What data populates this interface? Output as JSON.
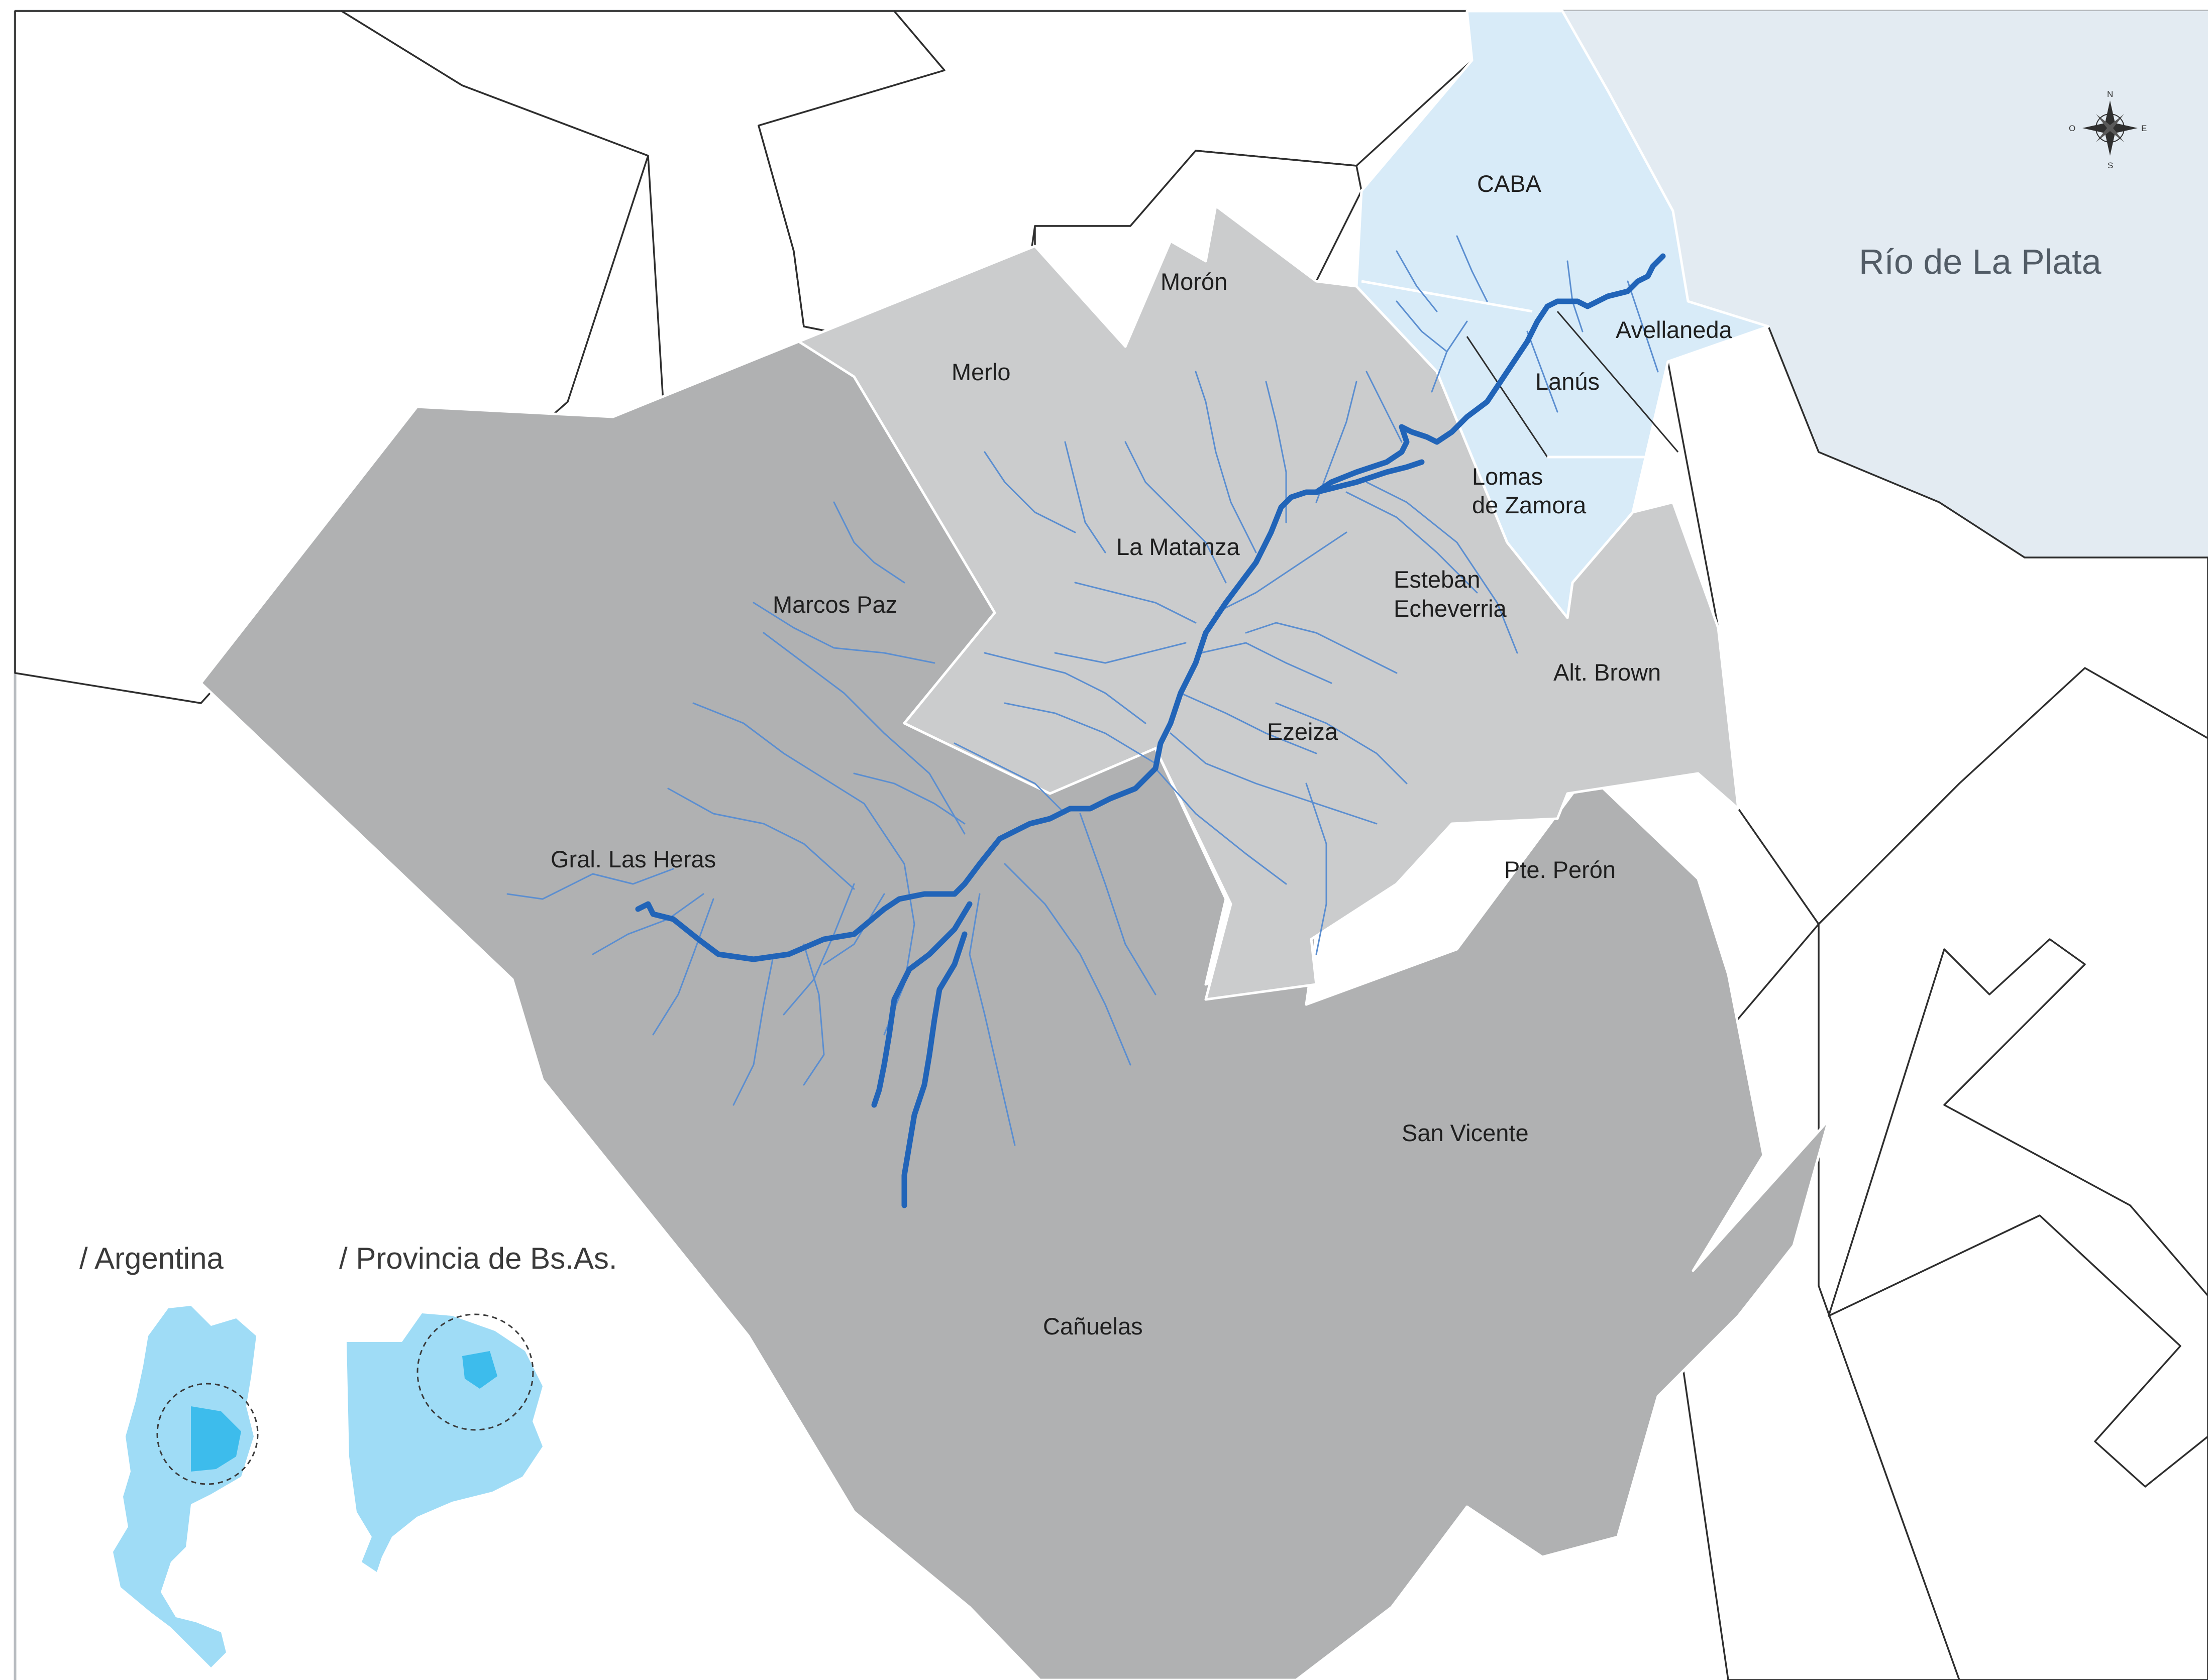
{
  "colors": {
    "river_main": "#2164b8",
    "river_tributary": "#5b8ed0",
    "basin_dark": "#b0b1b2",
    "basin_light": "#cbcccd",
    "caba_region": "#d8ebf8",
    "water": "#e3ebf2",
    "inset_country": "#9fdcf6",
    "inset_highlight": "#3dbcec",
    "municipal_outline": "#2e2e2e"
  },
  "water_body": {
    "label": "Río de La Plata"
  },
  "compass": {
    "north": "N",
    "south": "S",
    "east": "E",
    "west": "O"
  },
  "municipalities": [
    {
      "id": "caba",
      "label": "CABA"
    },
    {
      "id": "avellaneda",
      "label": "Avellaneda"
    },
    {
      "id": "lanus",
      "label": "Lanús"
    },
    {
      "id": "lomas",
      "label": "Lomas de Zamora",
      "lines": [
        "Lomas",
        "de Zamora"
      ]
    },
    {
      "id": "moron",
      "label": "Morón"
    },
    {
      "id": "merlo",
      "label": "Merlo"
    },
    {
      "id": "la-matanza",
      "label": "La Matanza"
    },
    {
      "id": "esteban-echeverria",
      "label": "Esteban Echeverria",
      "lines": [
        "Esteban",
        "Echeverria"
      ]
    },
    {
      "id": "marcos-paz",
      "label": "Marcos Paz"
    },
    {
      "id": "alt-brown",
      "label": "Alt. Brown"
    },
    {
      "id": "ezeiza",
      "label": "Ezeiza"
    },
    {
      "id": "gral-las-heras",
      "label": "Gral. Las Heras"
    },
    {
      "id": "pte-peron",
      "label": "Pte. Perón"
    },
    {
      "id": "san-vicente",
      "label": "San Vicente"
    },
    {
      "id": "canuelas",
      "label": "Cañuelas"
    }
  ],
  "insets": [
    {
      "id": "argentina",
      "title": "/ Argentina"
    },
    {
      "id": "provincia",
      "title": "/ Provincia de Bs.As."
    }
  ]
}
